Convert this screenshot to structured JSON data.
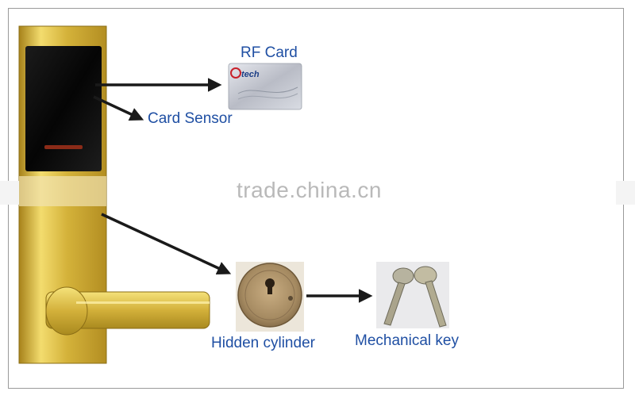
{
  "labels": {
    "rf_card": "RF Card",
    "card_sensor": "Card Sensor",
    "hidden_cylinder": "Hidden cylinder",
    "mechanical_key": "Mechanical key"
  },
  "rf_card": {
    "logo_text": "tech"
  },
  "watermark": "trade.china.cn",
  "colors": {
    "label": "#1f4fa3",
    "arrow": "#1a1a1a",
    "gold": "#d8b838",
    "frame": "#9a9a9a"
  }
}
